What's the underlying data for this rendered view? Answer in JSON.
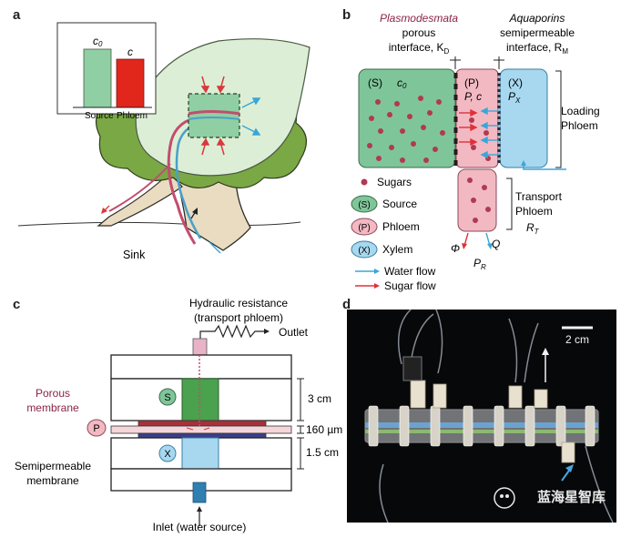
{
  "panels": {
    "a": "a",
    "b": "b",
    "c": "c",
    "d": "d"
  },
  "panel_a": {
    "c0": "c",
    "c0_sub": "0",
    "c": "c",
    "bar_labels": {
      "source": "Source",
      "phloem": "Phloem"
    },
    "sink": "Sink",
    "colors": {
      "source": "#8fcfa3",
      "phloem": "#e1261c",
      "leaf": "#dcefd6",
      "tree": "#7aa845"
    }
  },
  "panel_b": {
    "plasmodesmata": "Plasmodesmata",
    "porous1": "porous",
    "porous2": "interface, K",
    "porous_sub": "D",
    "aquaporins": "Aquaporins",
    "semi1": "semipermeable",
    "semi2": "interface, R",
    "semi_sub": "M",
    "S_box": "(S)",
    "c0": "c",
    "c0_sub": "0",
    "P_box": "(P)",
    "Pc": "P, c",
    "X_box": "(X)",
    "PX": "P",
    "PX_sub": "X",
    "loading1": "Loading",
    "loading2": "Phloem",
    "transport1": "Transport",
    "transport2": "Phloem",
    "RT": "R",
    "RT_sub": "T",
    "phi": "Φ",
    "Q": "Q",
    "PR": "P",
    "PR_sub": "R",
    "legend": {
      "sugars": "Sugars",
      "S": "(S)",
      "source": "Source",
      "P": "(P)",
      "phloem": "Phloem",
      "X": "(X)",
      "xylem": "Xylem",
      "water": "Water flow",
      "sugar": "Sugar flow"
    },
    "colors": {
      "source": "#7fc59a",
      "phloem": "#f2b9c2",
      "xylem": "#a7d8ef",
      "water_arrow": "#3aa6d8",
      "sugar_arrow": "#e0303a",
      "sugar_dot": "#b03a52"
    }
  },
  "panel_c": {
    "hydraulic1": "Hydraulic resistance",
    "hydraulic2": "(transport phloem)",
    "outlet": "Outlet",
    "porous1": "Porous",
    "porous2": "membrane",
    "P": "P",
    "semi1": "Semipermeable",
    "semi2": "membrane",
    "S": "S",
    "X": "X",
    "dim_3cm": "3 cm",
    "dim_160": "160 µm",
    "dim_15cm": "1.5 cm",
    "inlet": "Inlet (water source)"
  },
  "panel_d": {
    "scale": "2 cm",
    "watermark": "蓝海星智库"
  }
}
